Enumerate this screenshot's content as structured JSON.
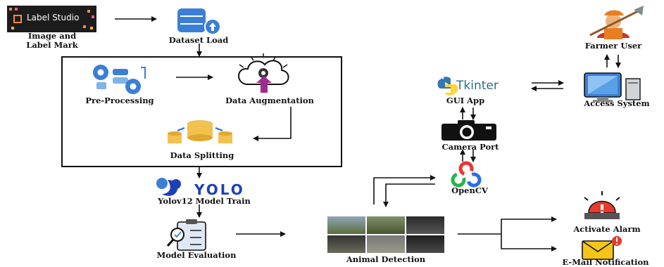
{
  "nodes": {
    "label_studio": {
      "logo_text": "Label Studio",
      "label_line1": "Image and",
      "label_line2": "Label Mark"
    },
    "dataset_load": {
      "label": "Dataset Load"
    },
    "pre_processing": {
      "label": "Pre-Processing"
    },
    "data_augmentation": {
      "label": "Data Augmentation"
    },
    "data_splitting": {
      "label": "Data Splitting"
    },
    "yolo": {
      "logo_text": "YOLO",
      "label": "Yolov12 Model Train"
    },
    "model_evaluation": {
      "label": "Model Evaluation"
    },
    "animal_detection": {
      "label": "Animal Detection"
    },
    "opencv": {
      "label": "OpenCV"
    },
    "camera_port": {
      "label": "Camera Port"
    },
    "gui_app": {
      "logo_text": "Tkinter",
      "label": "GUI App"
    },
    "access_system": {
      "label": "Access System"
    },
    "farmer_user": {
      "label": "Farmer User"
    },
    "activate_alarm": {
      "label": "Activate Alarm"
    },
    "email_notification": {
      "label": "E-Mail  Notification"
    }
  },
  "colors": {
    "accent_blue": "#3b7fd4",
    "storage_yellow": "#f2c14e",
    "alarm_red": "#e63b2e",
    "mail_yellow": "#f5c518",
    "yolo_blue": "#1f3fb5",
    "tkinter_teal": "#2d6e8a"
  }
}
